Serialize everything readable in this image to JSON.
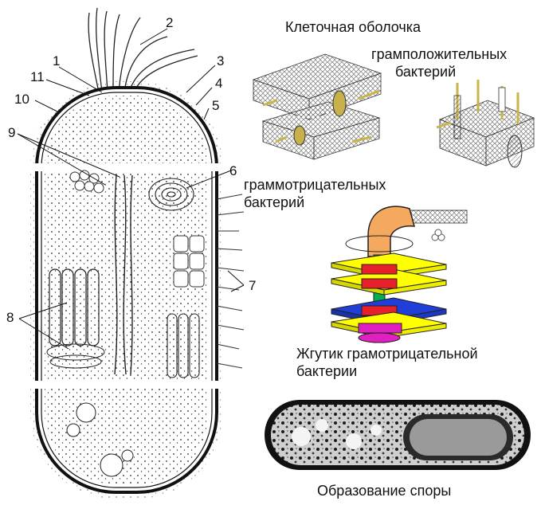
{
  "captions": {
    "cell_wall": "Клеточная оболочка",
    "gram_positive": [
      "грамположительных",
      "бактерий"
    ],
    "gram_negative": [
      "граммотрицательных",
      "бактерий"
    ],
    "flagellum": [
      "Жгутик грамотрицательной",
      "бактерии"
    ],
    "spore": "Образование споры"
  },
  "labels": {
    "n1": "1",
    "n2": "2",
    "n3": "3",
    "n4": "4",
    "n5": "5",
    "n6": "6",
    "n7": "7",
    "n8": "8",
    "n9": "9",
    "n10": "10",
    "n11": "11"
  },
  "colors": {
    "flagellum_hook": "#f4a95e",
    "shaft": "#00b050",
    "ring_outer": "#ffff00",
    "ring_red": "#e8202a",
    "ring_blue": "#1f3fd8",
    "ring_magenta": "#e020c0"
  }
}
